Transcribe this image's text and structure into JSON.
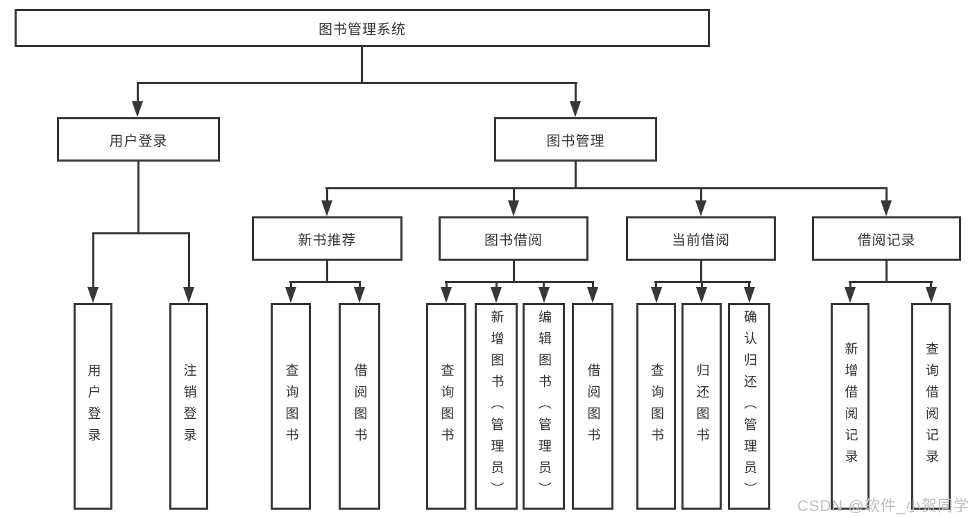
{
  "diagram": {
    "type": "hierarchy-tree",
    "colors": {
      "line": "#373737",
      "text": "#333333",
      "background": "#ffffff",
      "watermark": "#bdbdbd"
    },
    "tree": {
      "label": "图书管理系统",
      "children": [
        {
          "label": "用户登录",
          "children": [
            {
              "label": "用户登录"
            },
            {
              "label": "注销登录"
            }
          ]
        },
        {
          "label": "图书管理",
          "children": [
            {
              "label": "新书推荐",
              "children": [
                {
                  "label": "查询图书"
                },
                {
                  "label": "借阅图书"
                }
              ]
            },
            {
              "label": "图书借阅",
              "children": [
                {
                  "label": "查询图书"
                },
                {
                  "label": "新增图书（管理员）"
                },
                {
                  "label": "编辑图书（管理员）"
                },
                {
                  "label": "借阅图书"
                }
              ]
            },
            {
              "label": "当前借阅",
              "children": [
                {
                  "label": "查询图书"
                },
                {
                  "label": "归还图书"
                },
                {
                  "label": "确认归还（管理员）"
                }
              ]
            },
            {
              "label": "借阅记录",
              "children": [
                {
                  "label": "新增借阅记录"
                },
                {
                  "label": "查询借阅记录"
                }
              ]
            }
          ]
        }
      ]
    }
  },
  "watermark": {
    "text": "CSDN @软件_小贺同学"
  }
}
